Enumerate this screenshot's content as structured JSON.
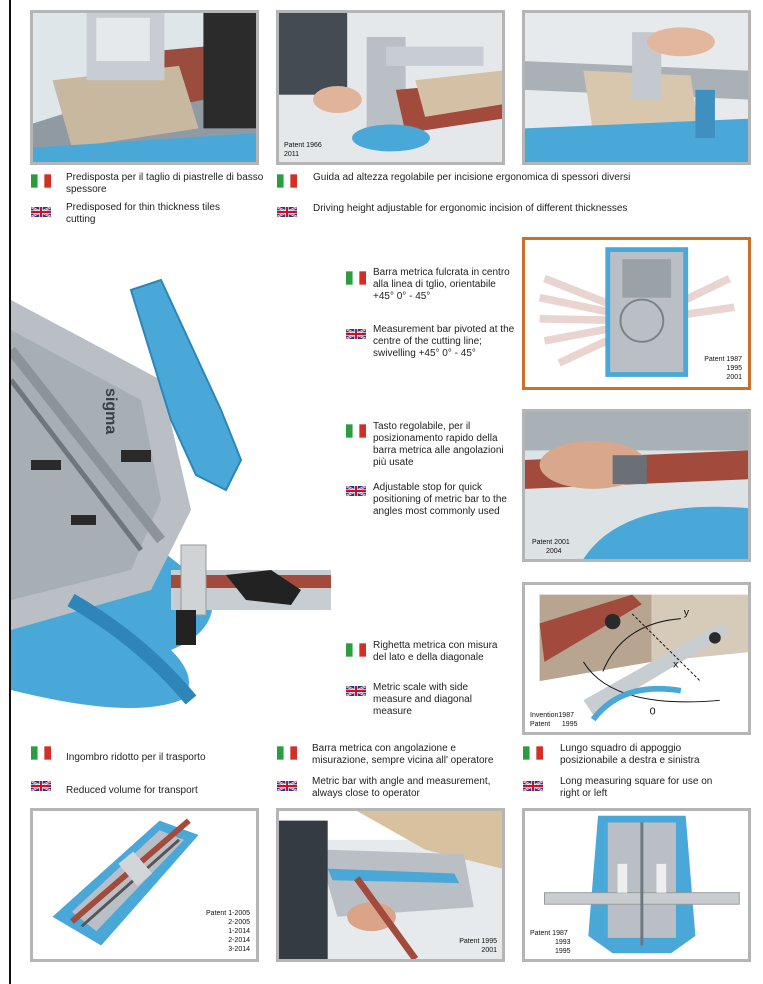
{
  "top_row": {
    "it1": "Predisposta per il taglio di piastrelle di basso spessore",
    "en1": "Predisposed for thin thickness tiles cutting",
    "it2": "Guida ad altezza regolabile per incisione ergonomica di spessori diversi",
    "en2": "Driving height adjustable for ergonomic incision of different thicknesses",
    "patent_photo2": [
      "Patent 1966",
      "2011"
    ]
  },
  "feature_bar": {
    "it": "Barra metrica fulcrata in centro alla linea di tglio, orientabile +45°  0° - 45°",
    "en": "Measurement bar pivoted at the centre of the cutting line; swivelling +45°  0° - 45°",
    "patent": [
      "Patent 1987",
      "1995",
      "2001"
    ]
  },
  "feature_stop": {
    "it": "Tasto regolabile, per il posizionamento rapido della barra metrica alle angolazioni più usate",
    "en": "Adjustable stop for quick positioning of metric bar to the angles most commonly used",
    "patent": [
      "Patent 2001",
      "2004"
    ]
  },
  "feature_scale": {
    "it": "Righetta metrica con misura del lato e della diagonale",
    "en": "Metric scale with side measure and diagonal measure",
    "patent": [
      "Invention1987",
      "Patent      1995"
    ],
    "diagram_labels": [
      "y",
      "x",
      "0"
    ]
  },
  "bottom_row": {
    "it1": "Ingombro ridotto per il trasporto",
    "en1": "Reduced volume for transport",
    "it2": "Barra metrica con angolazione e misurazione, sempre vicina all' operatore",
    "en2": "Metric bar with angle and measurement, always close to operator",
    "it3": "Lungo squadro di appoggio posizionabile a destra e sinistra",
    "en3": "Long measuring square for use on right or left",
    "patent1": [
      "Patent 1-2005",
      "2-2005",
      "1-2014",
      "2-2014",
      "3-2014"
    ],
    "patent2": [
      "Patent 1995",
      "2001"
    ],
    "patent3": [
      "Patent 1987",
      "1993",
      "1995"
    ]
  },
  "brand": "sigma",
  "colors": {
    "tool_blue": "#4aa8d8",
    "steel": "#b9bfc5",
    "ruler_red": "#a24a3c",
    "frame_grey": "#b5b5b5",
    "frame_orange": "#c9712c"
  }
}
